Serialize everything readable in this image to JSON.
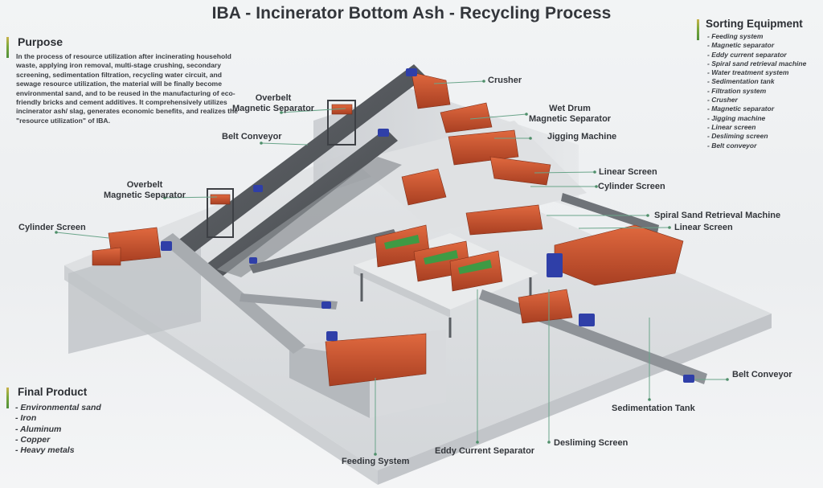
{
  "title": "IBA - Incinerator Bottom Ash - Recycling Process",
  "accent_colors": {
    "panel_bar_top": "#c9b24a",
    "panel_bar_bottom": "#4f8f3a",
    "leader_line": "#6aa58a",
    "equipment_orange": "#c8502e",
    "motor_blue": "#2f3fa8",
    "conveyor_gray": "#5a5e63"
  },
  "purpose": {
    "heading": "Purpose",
    "text": "In the process of resource utilization after incinerating household waste, applying iron removal, multi-stage crushing, secondary screening, sedimentation filtration, recycling water circuit, and sewage resource utilization, the material will be finally become environmental sand, and to be reused in the manufacturing of eco-friendly bricks and cement additives. It comprehensively utilizes incinerator ash/ slag, generates economic benefits, and realizes the \"resource utilization\" of IBA."
  },
  "sorting_equipment": {
    "heading": "Sorting Equipment",
    "items": [
      "- Feeding system",
      "- Magnetic separator",
      "- Eddy current separator",
      "- Spiral sand retrieval machine",
      "- Water treatment system",
      "- Sedimentation tank",
      "- Filtration system",
      "- Crusher",
      "- Magnetic separator",
      "- Jigging machine",
      "- Linear screen",
      "- Desliming screen",
      "- Belt conveyor"
    ]
  },
  "final_product": {
    "heading": "Final Product",
    "items": [
      "- Environmental sand",
      "- Iron",
      "- Aluminum",
      "- Copper",
      "- Heavy metals"
    ]
  },
  "callouts": {
    "crusher": "Crusher",
    "overbelt_top_1": "Overbelt",
    "overbelt_top_2": "Magnetic Separator",
    "wet_drum_1": "Wet Drum",
    "wet_drum_2": "Magnetic Separator",
    "belt_conveyor_top": "Belt Conveyor",
    "jigging_machine": "Jigging Machine",
    "linear_screen_top": "Linear Screen",
    "cylinder_screen_right": "Cylinder Screen",
    "overbelt_left_1": "Overbelt",
    "overbelt_left_2": "Magnetic Separator",
    "spiral_sand": "Spiral Sand Retrieval Machine",
    "cylinder_screen_left": "Cylinder Screen",
    "linear_screen_right": "Linear Screen",
    "belt_conveyor_bottom": "Belt Conveyor",
    "sedimentation_tank": "Sedimentation Tank",
    "desliming_screen": "Desliming Screen",
    "eddy_current": "Eddy Current Separator",
    "feeding_system": "Feeding System"
  }
}
